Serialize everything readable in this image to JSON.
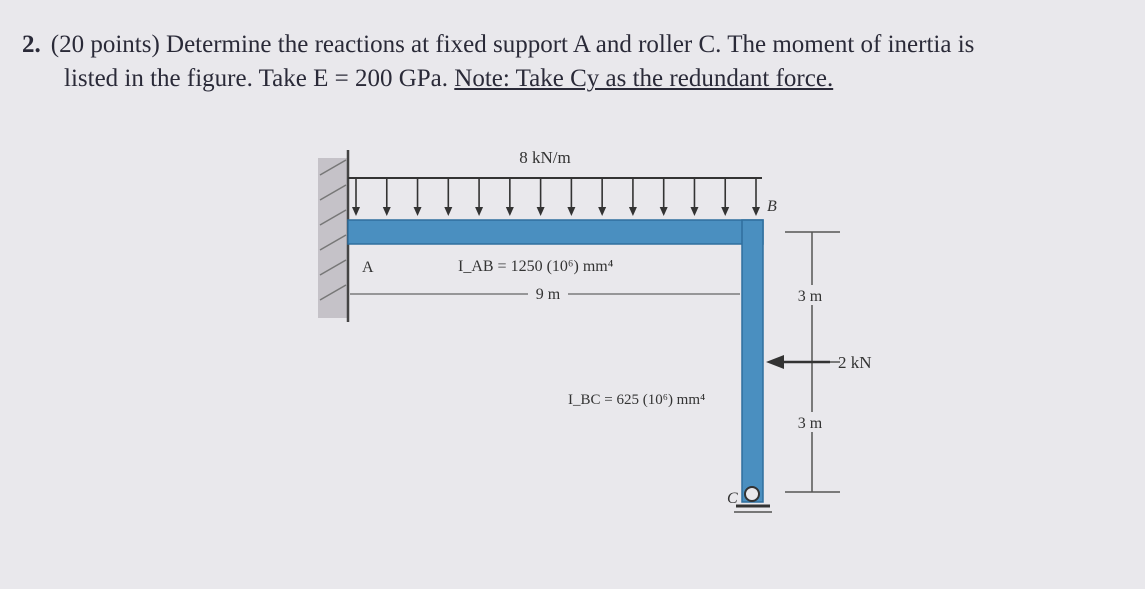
{
  "problem": {
    "number": "2.",
    "line1": "(20 points) Determine the reactions at fixed support A and roller C. The moment of inertia is",
    "line2_start": "listed in the figure. Take E = 200 GPa.",
    "note": "Note: Take Cy as the redundant force."
  },
  "figure": {
    "load_label": "8 kN/m",
    "point_A": "A",
    "point_B": "B",
    "point_C": "C",
    "I_AB": "I_AB = 1250 (10⁶) mm⁴",
    "I_BC": "I_BC = 625 (10⁶) mm⁴",
    "span_AB": "9 m",
    "dim_top": "3 m",
    "dim_bottom": "3 m",
    "force_label": "2 kN",
    "colors": {
      "member": "#4a8fc0",
      "member_edge": "#2f6f9e",
      "dim_line": "#555555",
      "arrow": "#333333",
      "wall": "#b9b6bd"
    }
  }
}
